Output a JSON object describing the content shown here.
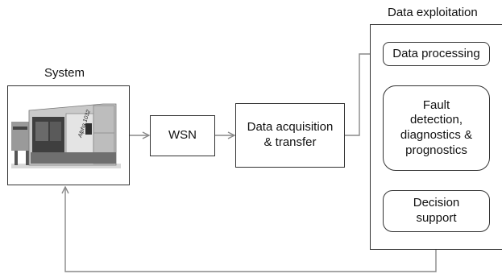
{
  "system": {
    "title": "System",
    "machine_brand": "Alpha 1032"
  },
  "wsn": {
    "label": "WSN"
  },
  "acquisition": {
    "line1": "Data acquisition",
    "line2": "& transfer"
  },
  "exploitation": {
    "title": "Data exploitation",
    "processing": "Data processing",
    "fault": [
      "Fault",
      "detection,",
      "diagnostics &",
      "prognostics"
    ],
    "decision": [
      "Decision",
      "support"
    ]
  },
  "colors": {
    "box_border": "#333333",
    "arrow": "#888888",
    "text": "#111111"
  }
}
